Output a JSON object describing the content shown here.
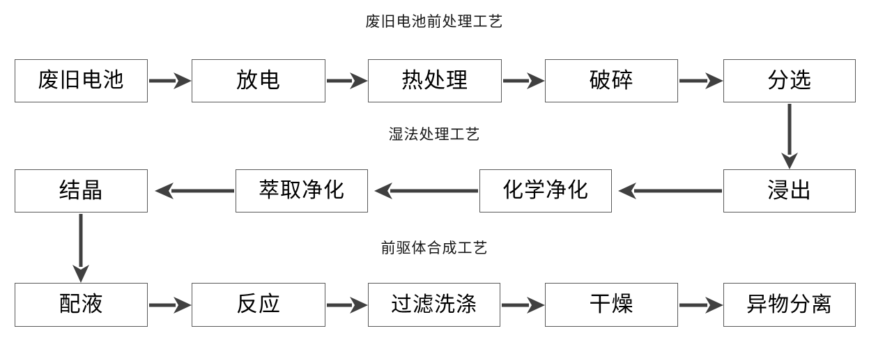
{
  "diagram": {
    "title_band_1": "废旧电池前处理工艺",
    "title_band_2": "湿法处理工艺",
    "title_band_3": "前驱体合成工艺",
    "box_stroke": "#595959",
    "arrow_color": "#404040",
    "background": "#ffffff",
    "rows": [
      {
        "name": "pretreatment",
        "title": "废旧电池前处理工艺",
        "direction": "left-to-right",
        "nodes": [
          {
            "id": "waste-battery",
            "label": "废旧电池"
          },
          {
            "id": "discharge",
            "label": "放电"
          },
          {
            "id": "heat-treatment",
            "label": "热处理"
          },
          {
            "id": "crushing",
            "label": "破碎"
          },
          {
            "id": "sorting",
            "label": "分选"
          }
        ]
      },
      {
        "name": "hydrometallurgy",
        "title": "湿法处理工艺",
        "direction": "right-to-left",
        "nodes": [
          {
            "id": "crystallization",
            "label": "结晶"
          },
          {
            "id": "solvent-extraction",
            "label": "萃取净化"
          },
          {
            "id": "chemical-purify",
            "label": "化学净化"
          },
          {
            "id": "leaching",
            "label": "浸出"
          }
        ]
      },
      {
        "name": "precursor-synthesis",
        "title": "前驱体合成工艺",
        "direction": "left-to-right",
        "nodes": [
          {
            "id": "solution-prep",
            "label": "配液"
          },
          {
            "id": "reaction",
            "label": "反应"
          },
          {
            "id": "filter-wash",
            "label": "过滤洗涤"
          },
          {
            "id": "drying",
            "label": "干燥"
          },
          {
            "id": "foreign-matter",
            "label": "异物分离"
          }
        ]
      }
    ],
    "connectors": [
      {
        "from": "waste-battery",
        "to": "discharge",
        "type": "horizontal-right"
      },
      {
        "from": "discharge",
        "to": "heat-treatment",
        "type": "horizontal-right"
      },
      {
        "from": "heat-treatment",
        "to": "crushing",
        "type": "horizontal-right"
      },
      {
        "from": "crushing",
        "to": "sorting",
        "type": "horizontal-right"
      },
      {
        "from": "sorting",
        "to": "leaching",
        "type": "vertical-down"
      },
      {
        "from": "leaching",
        "to": "chemical-purify",
        "type": "horizontal-left"
      },
      {
        "from": "chemical-purify",
        "to": "solvent-extraction",
        "type": "horizontal-left"
      },
      {
        "from": "solvent-extraction",
        "to": "crystallization",
        "type": "horizontal-left"
      },
      {
        "from": "crystallization",
        "to": "solution-prep",
        "type": "vertical-down"
      },
      {
        "from": "solution-prep",
        "to": "reaction",
        "type": "horizontal-right"
      },
      {
        "from": "reaction",
        "to": "filter-wash",
        "type": "horizontal-right"
      },
      {
        "from": "filter-wash",
        "to": "drying",
        "type": "horizontal-right"
      },
      {
        "from": "drying",
        "to": "foreign-matter",
        "type": "horizontal-right"
      }
    ]
  }
}
